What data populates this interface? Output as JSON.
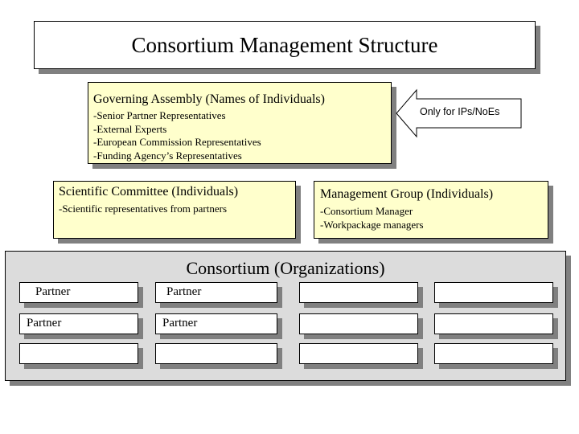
{
  "title": "Consortium Management Structure",
  "governing_assembly": {
    "heading": "Governing Assembly (Names of Individuals)",
    "items": [
      "-Senior Partner Representatives",
      "-External Experts",
      "-European Commission Representatives",
      "-Funding Agency’s Representatives"
    ]
  },
  "arrow_note": "Only for IPs/NoEs",
  "scientific_committee": {
    "heading": "Scientific Committee (Individuals)",
    "items": [
      "-Scientific representatives from partners"
    ]
  },
  "management_group": {
    "heading": "Management Group (Individuals)",
    "items": [
      "-Consortium Manager",
      "-Workpackage managers"
    ]
  },
  "consortium": {
    "heading": "Consortium (Organizations)",
    "cells": [
      [
        "Partner",
        "Partner",
        "",
        ""
      ],
      [
        "Partner",
        "Partner",
        "",
        ""
      ],
      [
        "",
        "",
        "",
        ""
      ]
    ]
  },
  "colors": {
    "cream": "#ffffcc",
    "grey_panel": "#dcdcdc",
    "shadow": "#808080"
  }
}
